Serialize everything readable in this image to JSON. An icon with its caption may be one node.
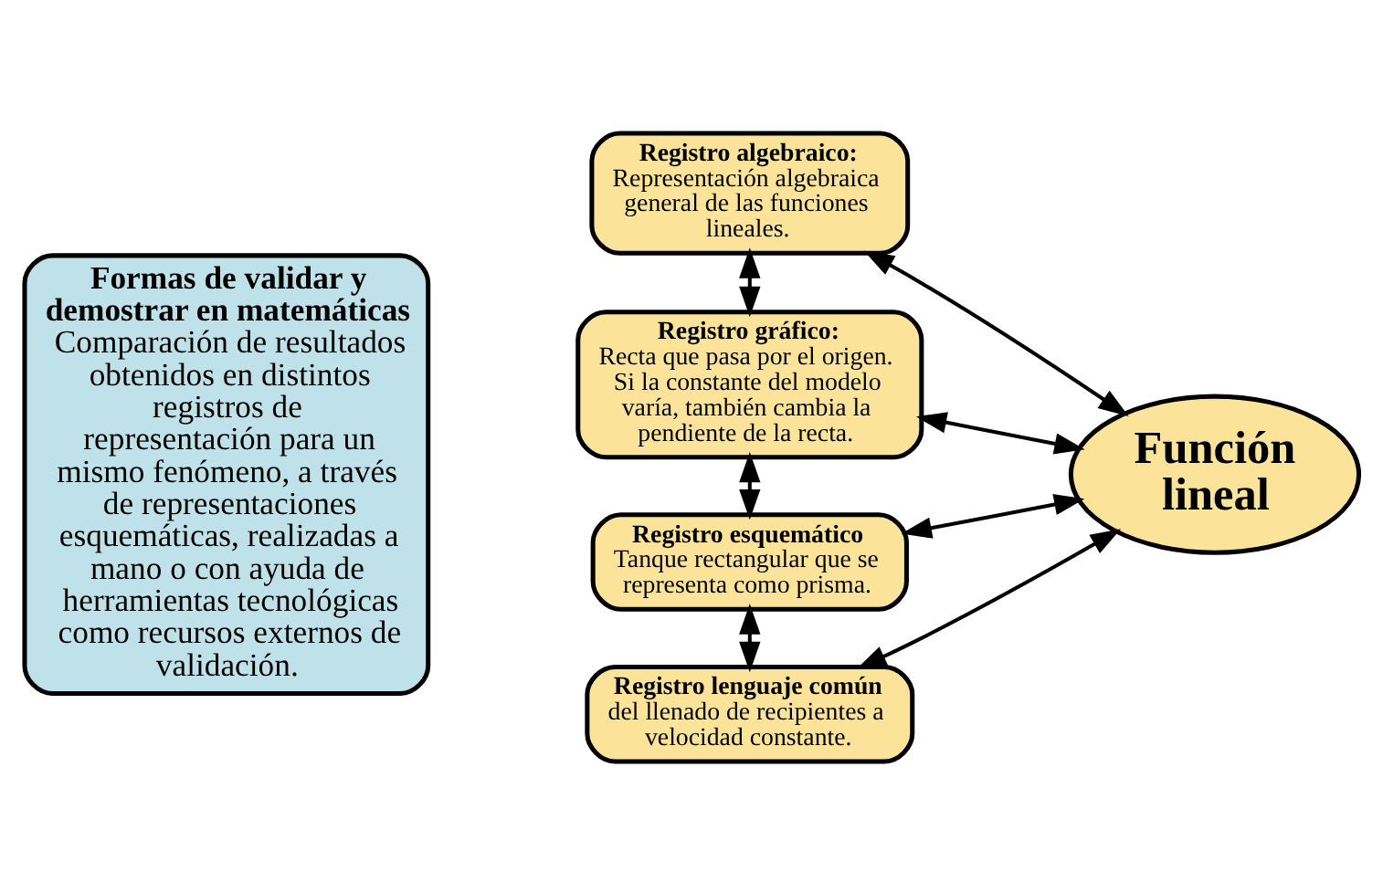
{
  "diagram": {
    "nodes": [
      {
        "text": [
          "Formas de validar y demostrar en matemáticas",
          "Comparación de resultados obtenidos en distintos registros de representación para un mismo fenómeno, a través de representaciones esquemáticas, realizadas a mano o con ayuda de herramientas tecnológicas como recursos externos de validación."
        ]
      },
      {
        "text": [
          "Registro algebraico:",
          "Representación algebraica general de las funciones lineales."
        ]
      },
      {
        "text": [
          "Registro gráfico:",
          "Recta que pasa por el origen. Si la constante del modelo varía, también cambia la pendiente de la recta."
        ]
      },
      {
        "text": [
          "Registro esquemático",
          "Tanque rectangular que se representa como prisma."
        ]
      },
      {
        "text": [
          "Registro lenguaje común",
          "del llenado de recipientes a velocidad constante."
        ]
      },
      {
        "text": [
          "Función lineal"
        ]
      }
    ],
    "edges": [
      {
        "from": 1,
        "to": 2,
        "arrow": "both"
      },
      {
        "from": 2,
        "to": 3,
        "arrow": "both"
      },
      {
        "from": 3,
        "to": 4,
        "arrow": "both"
      },
      {
        "from": 1,
        "to": 5,
        "arrow": "both"
      },
      {
        "from": 2,
        "to": 5,
        "arrow": "both"
      },
      {
        "from": 3,
        "to": 5,
        "arrow": "both"
      },
      {
        "from": 4,
        "to": 5,
        "arrow": "both"
      }
    ]
  }
}
